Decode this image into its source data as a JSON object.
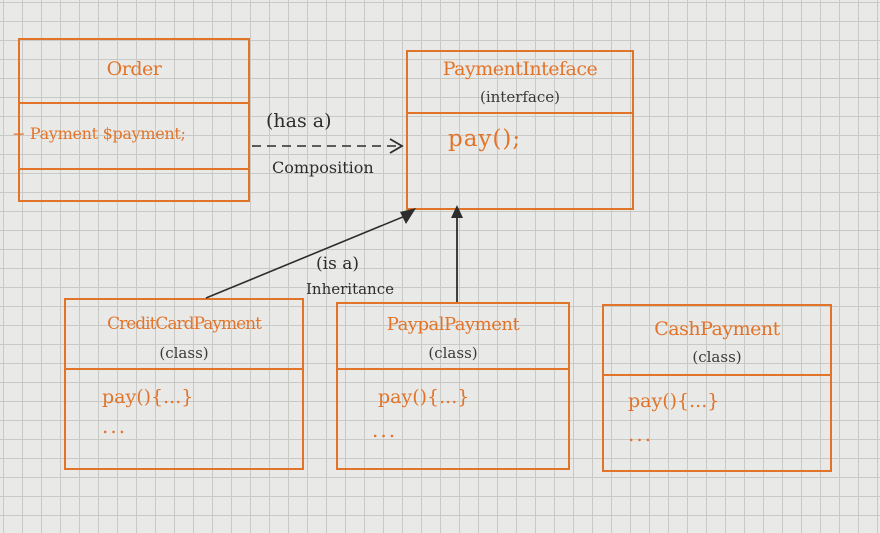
{
  "order": {
    "name": "Order",
    "attribute": "+ Payment $payment;"
  },
  "payment_interface": {
    "name": "PaymentInteface",
    "stereotype": "(interface)",
    "method": "pay();"
  },
  "composition": {
    "top": "(has a)",
    "bottom": "Composition"
  },
  "inheritance": {
    "top": "(is a)",
    "bottom": "Inheritance"
  },
  "credit_card": {
    "name": "CreditCardPayment",
    "stereotype": "(class)",
    "method": "pay(){...}",
    "more": "..."
  },
  "paypal": {
    "name": "PaypalPayment",
    "stereotype": "(class)",
    "method": "pay(){...}",
    "more": "..."
  },
  "cash": {
    "name": "CashPayment",
    "stereotype": "(class)",
    "method": "pay(){...}",
    "more": "..."
  },
  "colors": {
    "ink_orange": "#e2742a",
    "ink_dark": "#2d2d2d",
    "paper": "#e9e9e7",
    "grid": "#c9c9c6"
  }
}
